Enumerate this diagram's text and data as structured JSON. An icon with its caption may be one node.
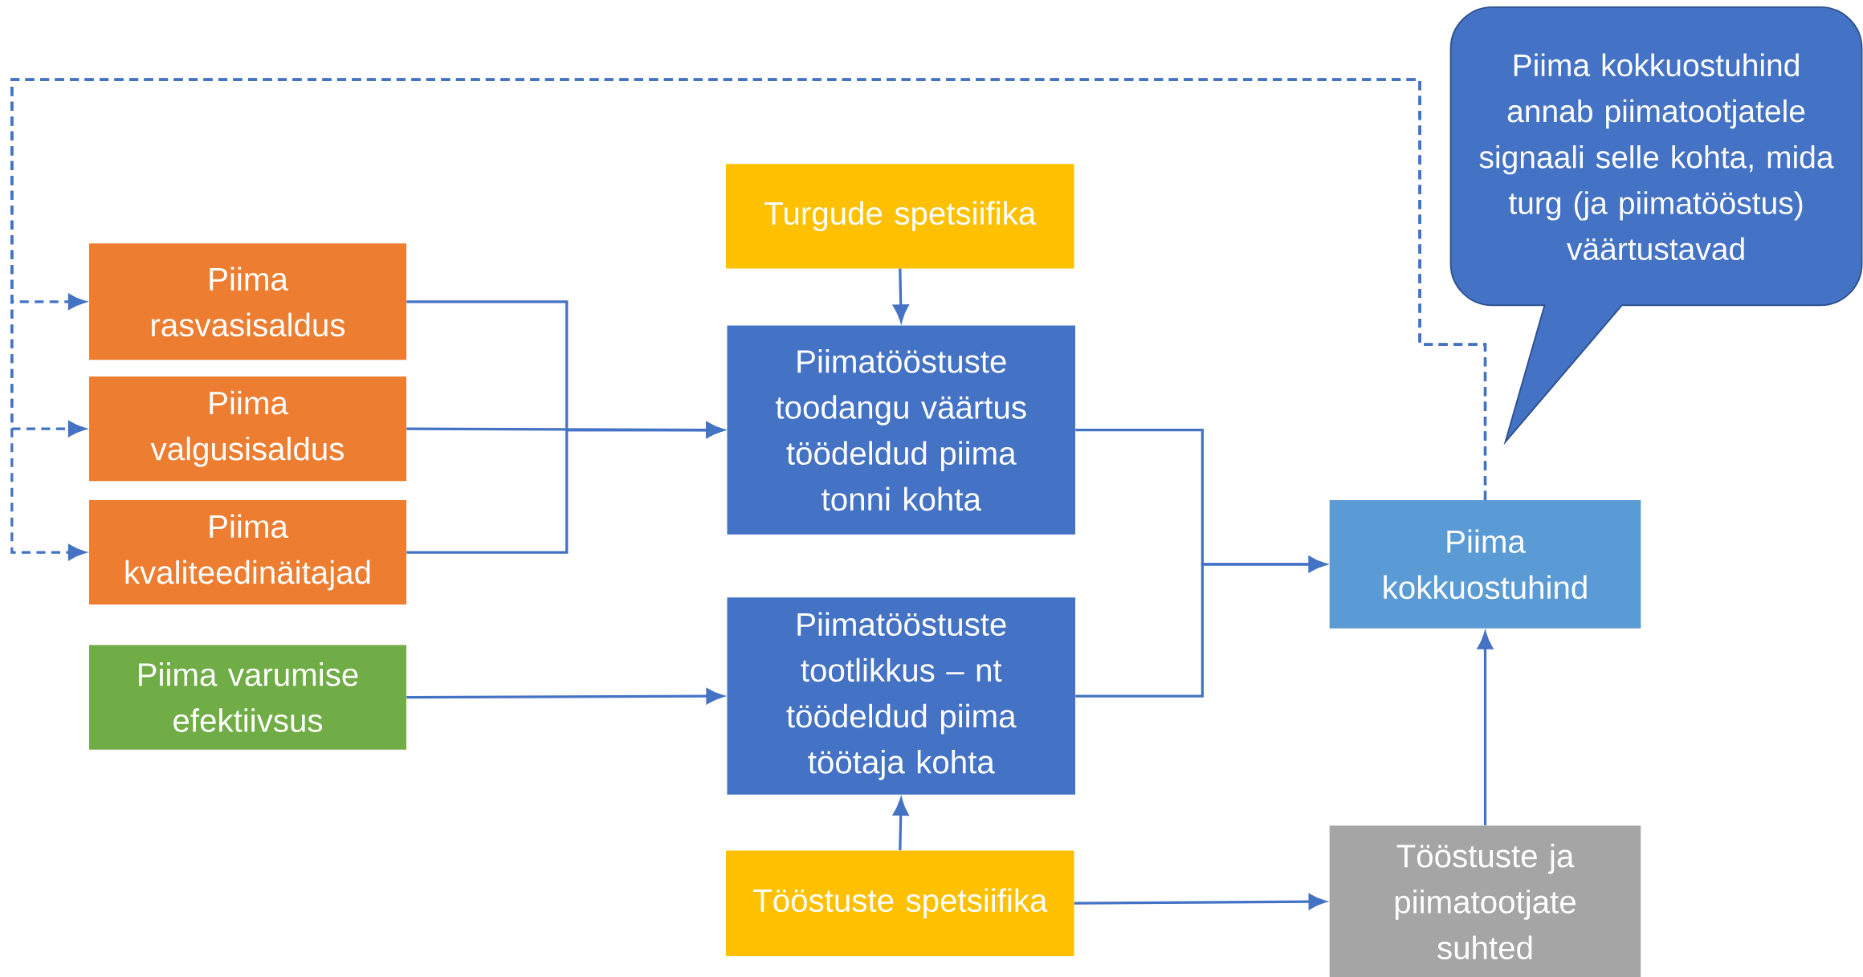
{
  "diagram": {
    "nodes": [
      {
        "text": [
          "Piima rasvasisaldus"
        ]
      },
      {
        "text": [
          "Piima valgusisaldus"
        ]
      },
      {
        "text": [
          "Piima kvaliteedinäitajad"
        ]
      },
      {
        "text": [
          "Piima varumise efektiivsus"
        ]
      },
      {
        "text": [
          "Turgude spetsiifika"
        ]
      },
      {
        "text": [
          "Piimatööstuste toodangu väärtus töödeldud piima tonni kohta"
        ]
      },
      {
        "text": [
          "Piimatööstuste tootlikkus – nt töödeldud piima töötaja kohta"
        ]
      },
      {
        "text": [
          "Tööstuste spetsiifika"
        ]
      },
      {
        "text": [
          "Piima kokkuostuhind"
        ]
      },
      {
        "text": [
          "Tööstuste ja piimatootjate suhted"
        ]
      },
      {
        "text": [
          "Piima kokkuostuhind annab piimatootjatele signaali selle kohta, mida turg (ja piimatööstus) väärtustavad"
        ]
      }
    ],
    "edges": [
      {
        "from": 0,
        "to": 5,
        "arrow": "to"
      },
      {
        "from": 1,
        "to": 5,
        "arrow": "to"
      },
      {
        "from": 2,
        "to": 5,
        "arrow": "to"
      },
      {
        "from": 3,
        "to": 6,
        "arrow": "to"
      },
      {
        "from": 4,
        "to": 5,
        "arrow": "to"
      },
      {
        "from": 7,
        "to": 6,
        "arrow": "to"
      },
      {
        "from": 5,
        "to": 8,
        "arrow": "to"
      },
      {
        "from": 6,
        "to": 8,
        "arrow": "to"
      },
      {
        "from": 7,
        "to": 9,
        "arrow": "to"
      },
      {
        "from": 9,
        "to": 8,
        "arrow": "to"
      },
      {
        "from": 8,
        "to": 0,
        "arrow": "to",
        "style": "dashed"
      },
      {
        "from": 8,
        "to": 1,
        "arrow": "to",
        "style": "dashed"
      },
      {
        "from": 8,
        "to": 2,
        "arrow": "to",
        "style": "dashed"
      }
    ]
  }
}
